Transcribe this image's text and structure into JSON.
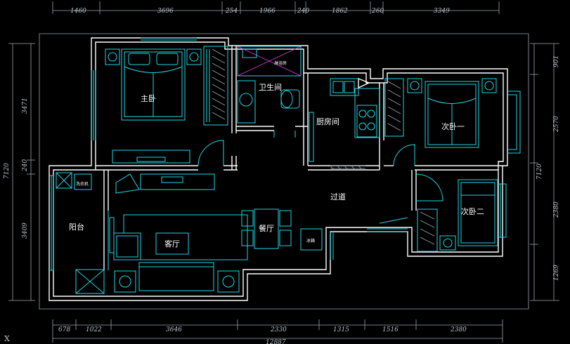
{
  "drawing": {
    "rooms": {
      "master_bedroom": "主卧",
      "bathroom": "卫生间",
      "kitchen": "厨房间",
      "bedroom_one": "次卧一",
      "bedroom_two": "次卧二",
      "hallway": "过道",
      "balcony": "阳台",
      "living_room": "客厅",
      "dining_room": "餐厅"
    },
    "fixtures": {
      "shower": "淋浴房",
      "washer": "洗衣机",
      "fridge": "冰箱"
    },
    "dimensions": {
      "top": [
        "1460",
        "3696",
        "254",
        "1966",
        "240",
        "1862",
        "260",
        "3349"
      ],
      "bottom": [
        "678",
        "1022",
        "3646",
        "2330",
        "1315",
        "1516",
        "2380"
      ],
      "bottom_total": "12887",
      "left": [
        "3471",
        "240",
        "3409"
      ],
      "left_total": "7120",
      "right": [
        "901",
        "2570",
        "2380",
        "1269"
      ],
      "right_total": "7120"
    },
    "ucs_label": "X"
  }
}
